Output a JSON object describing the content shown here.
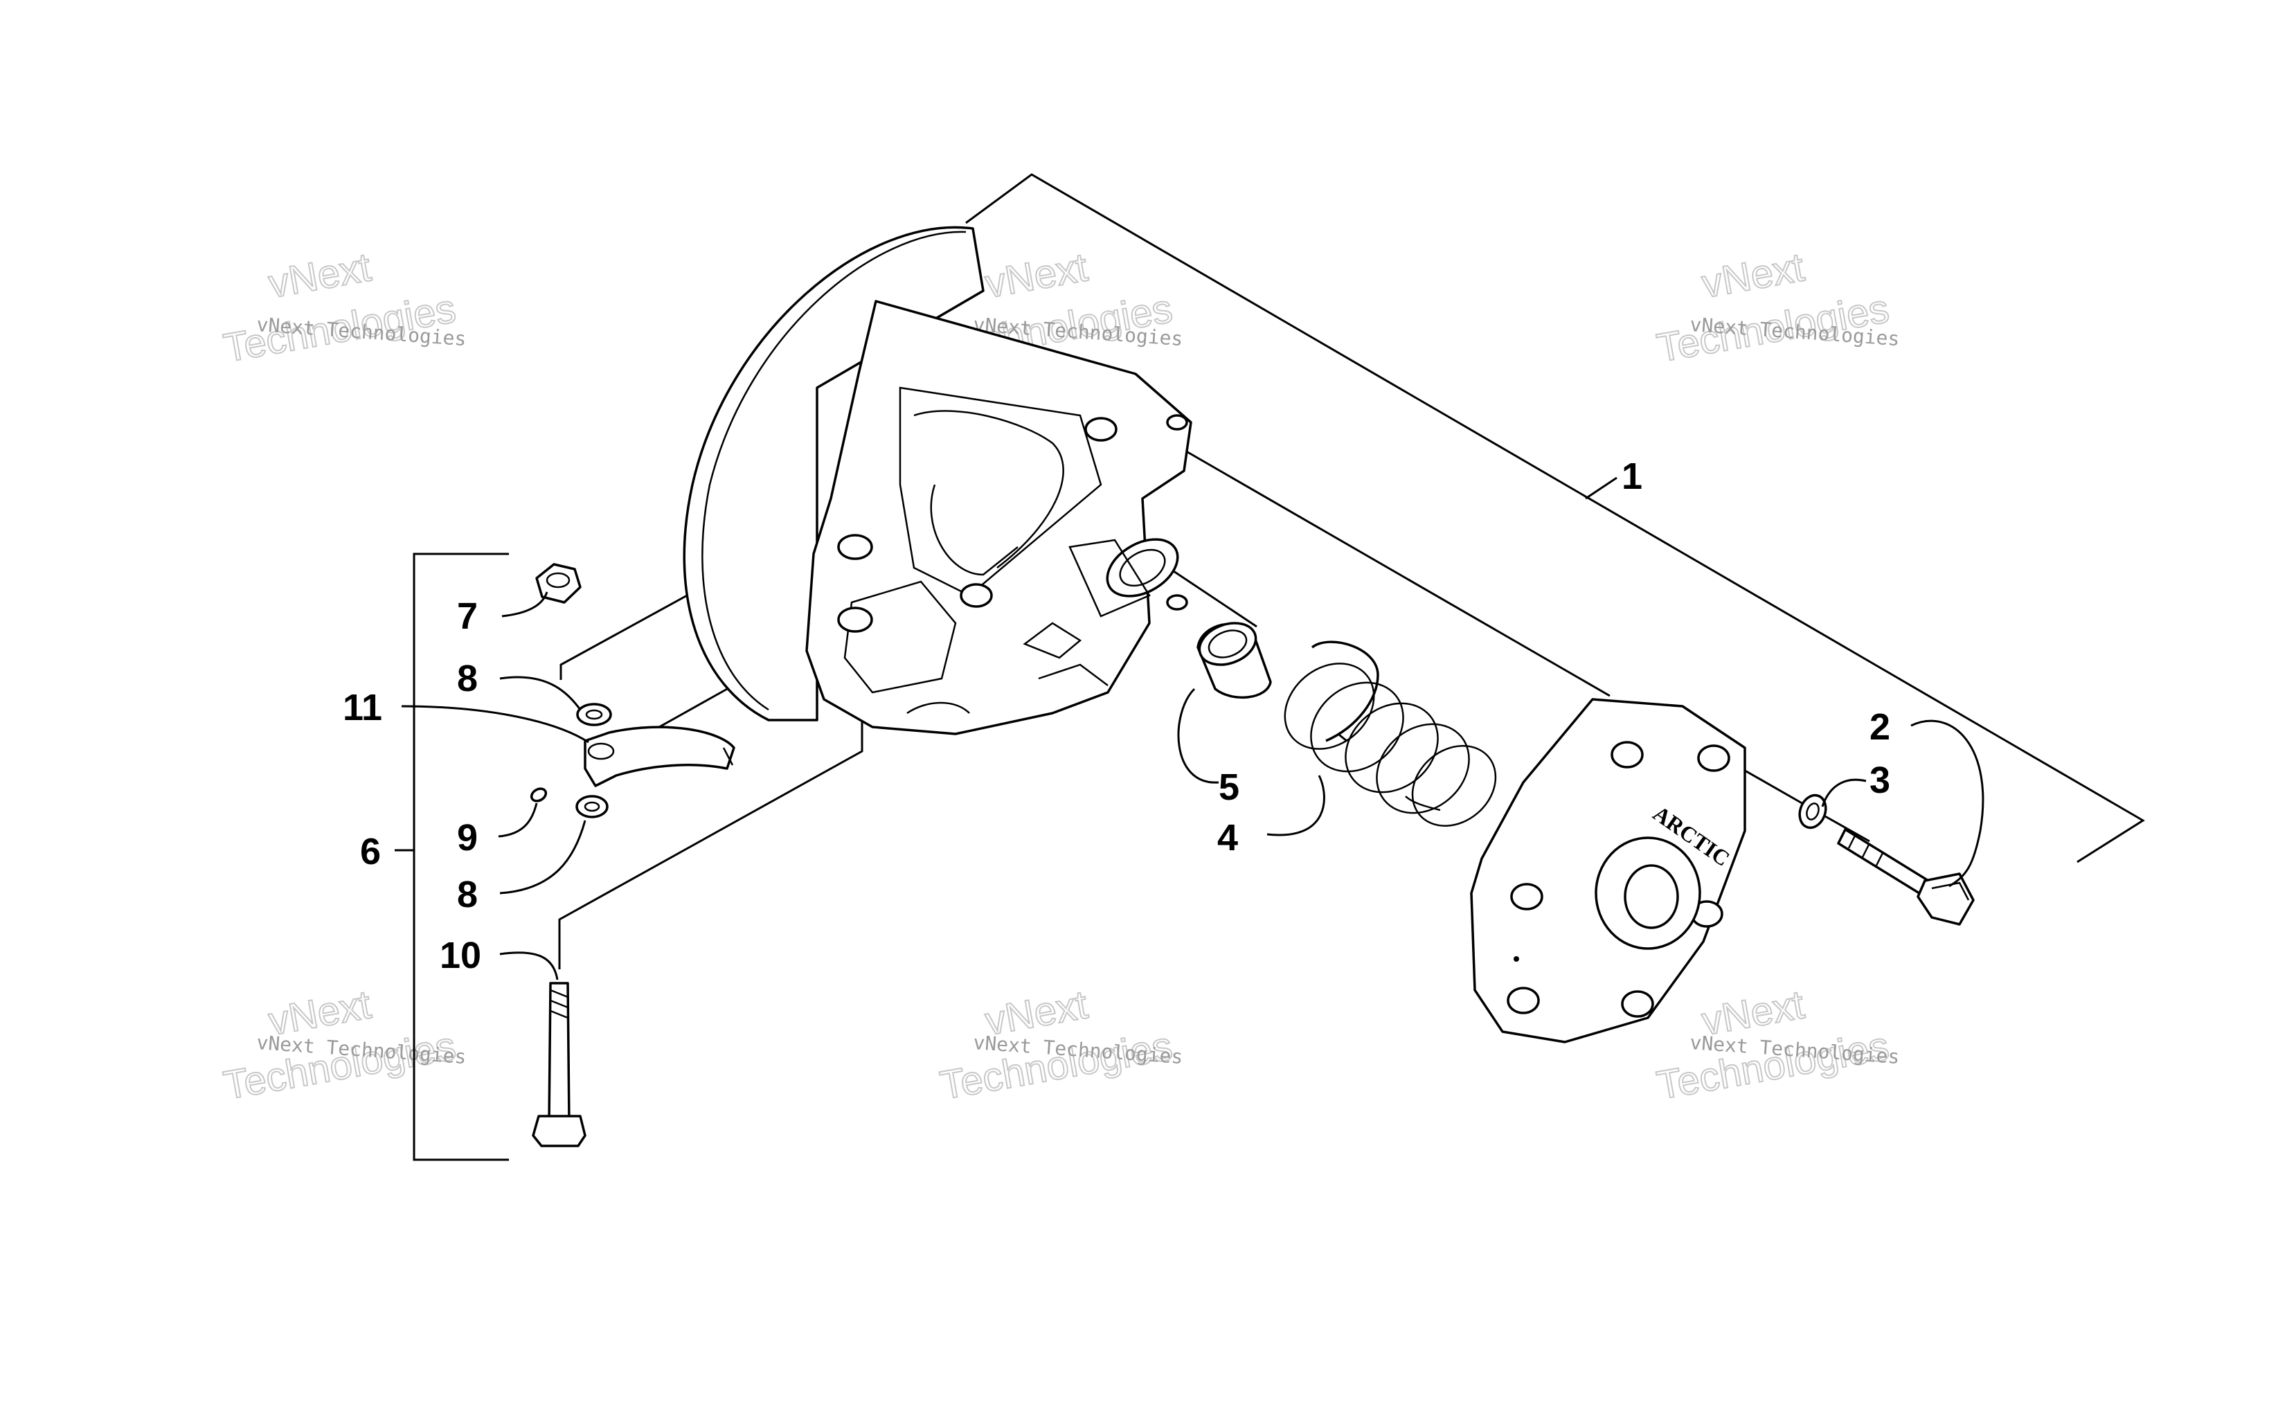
{
  "callouts": {
    "c1": "1",
    "c2": "2",
    "c3": "3",
    "c4": "4",
    "c5": "5",
    "c6": "6",
    "c7": "7",
    "c8a": "8",
    "c8b": "8",
    "c9": "9",
    "c10": "10",
    "c11": "11"
  },
  "plate_text": "ARCTIC",
  "watermark": {
    "brand": "vNext",
    "tech": "Technologies",
    "line": "vNext Technologies"
  }
}
